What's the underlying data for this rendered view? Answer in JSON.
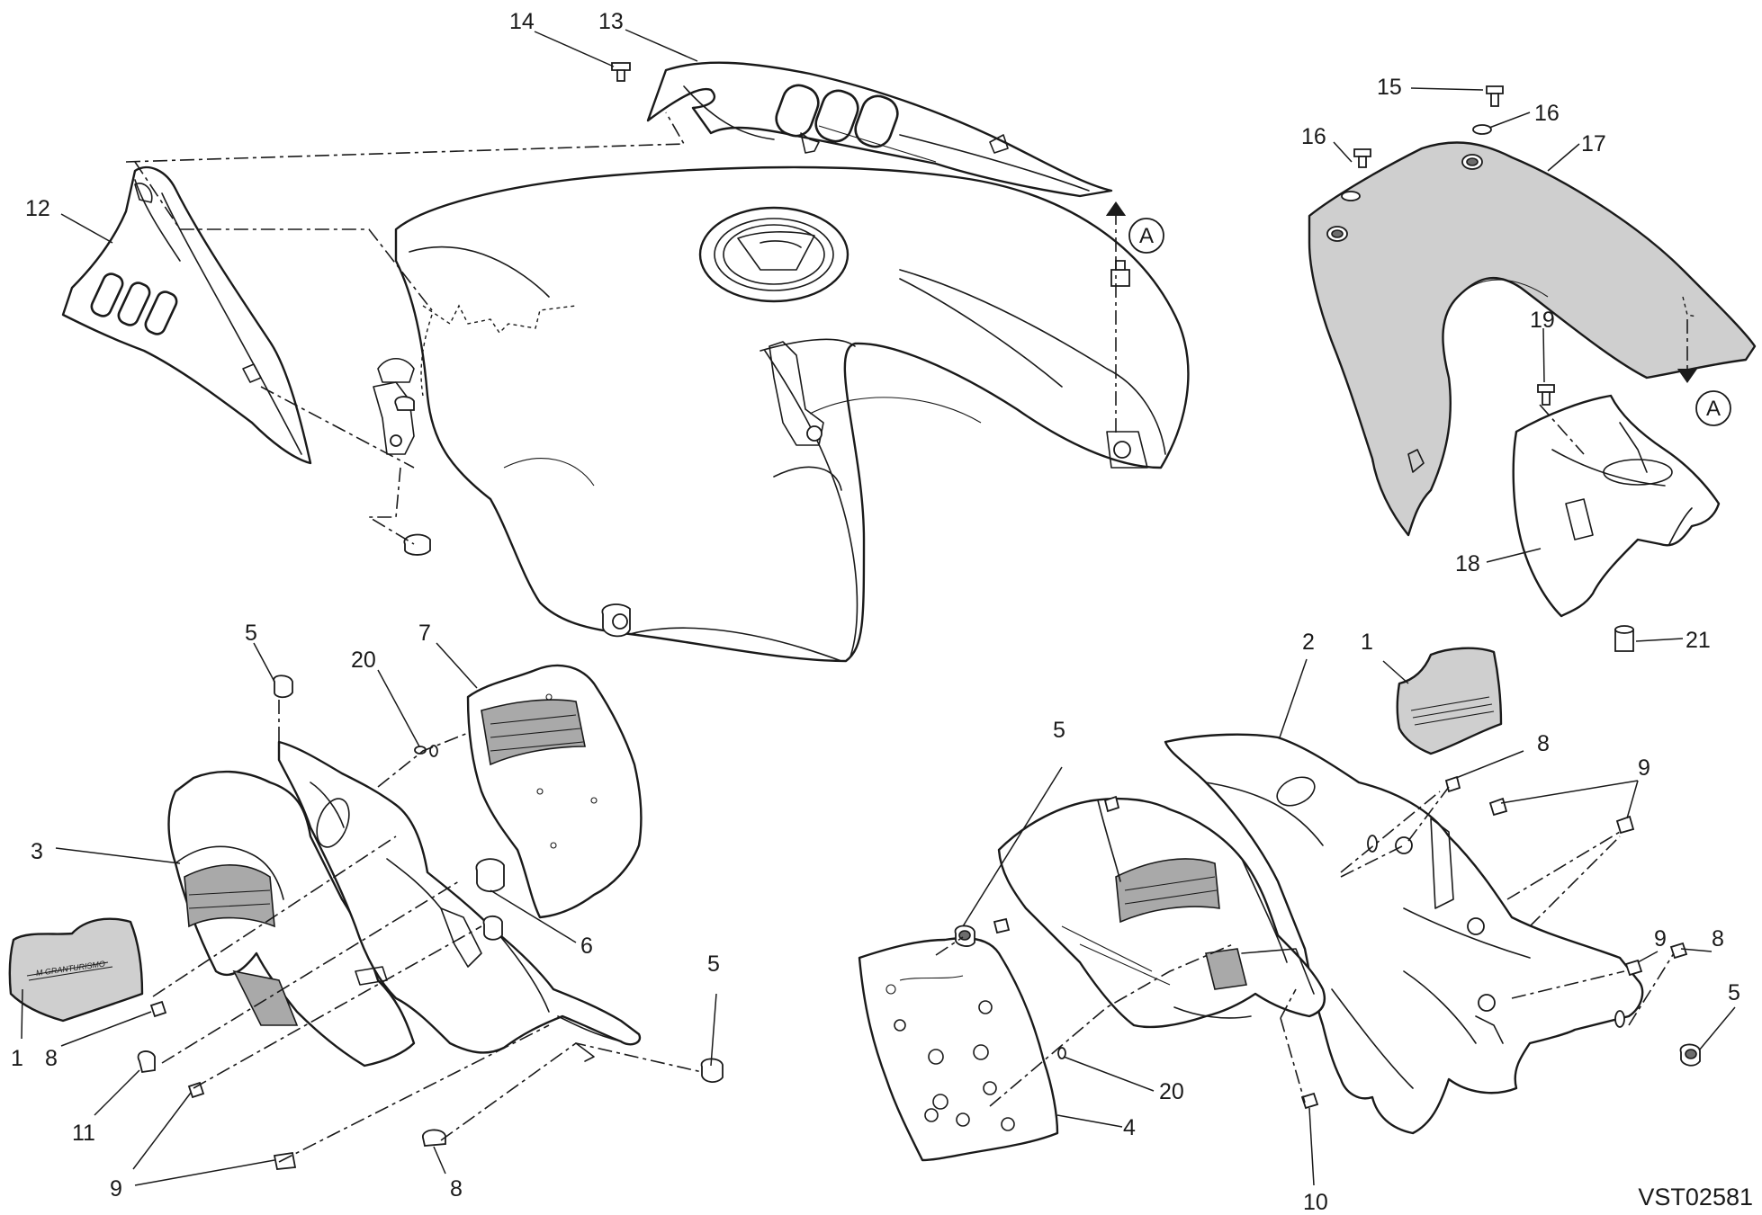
{
  "drawing_code": "VST02581",
  "decal_text": "M GRANTURISMO",
  "reference_marks": [
    "A",
    "A"
  ],
  "callouts": [
    "14",
    "13",
    "12",
    "15",
    "16",
    "16",
    "17",
    "19",
    "18",
    "21",
    "5",
    "20",
    "7",
    "3",
    "6",
    "1",
    "8",
    "11",
    "9",
    "8",
    "5",
    "2",
    "1",
    "5",
    "8",
    "9",
    "9",
    "8",
    "5",
    "20",
    "4",
    "10"
  ],
  "colors": {
    "line": "#1a1a1a",
    "shaded_panel": "#cfcfcf",
    "background": "#ffffff"
  }
}
